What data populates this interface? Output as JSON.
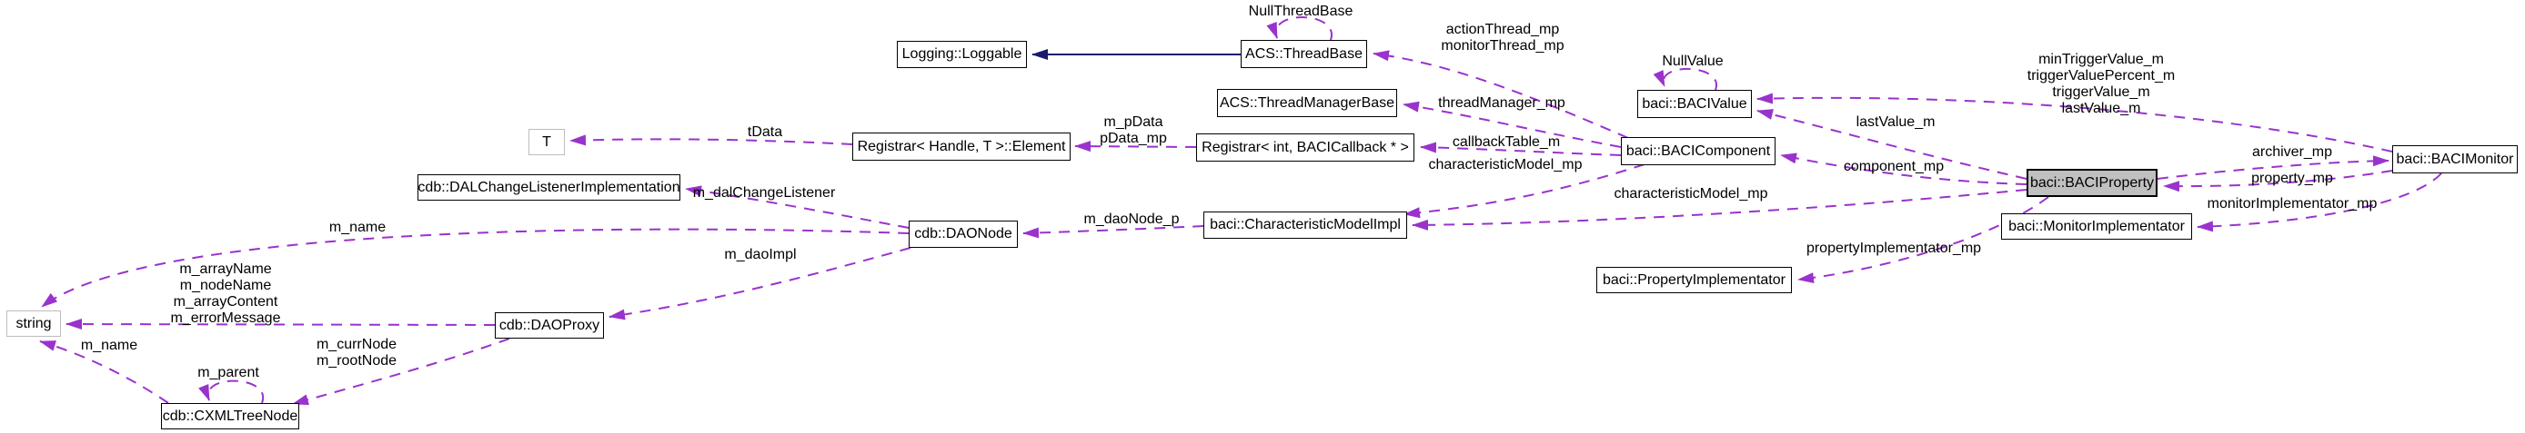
{
  "colors": {
    "edge-dashed": "#9a32cc",
    "edge-solid": "#191970",
    "node-border": "#000000",
    "node-fill": "#ffffff",
    "muted-border": "#bdbdbd",
    "highlight-fill": "#c0c0c0",
    "text": "#000000",
    "background": "#ffffff"
  },
  "nodes": {
    "loggable": {
      "label": "Logging::Loggable"
    },
    "threadbase": {
      "label": "ACS::ThreadBase"
    },
    "threadmanagerbase": {
      "label": "ACS::ThreadManagerBase"
    },
    "t": {
      "label": "T"
    },
    "registrar_element": {
      "label": "Registrar< Handle, T >::Element"
    },
    "registrar_int": {
      "label": "Registrar< int, BACICallback * >"
    },
    "bacivalue": {
      "label": "baci::BACIValue"
    },
    "bacicomponent": {
      "label": "baci::BACIComponent"
    },
    "baciproperty": {
      "label": "baci::BACIProperty"
    },
    "bacimonitor": {
      "label": "baci::BACIMonitor"
    },
    "monitorimplementator": {
      "label": "baci::MonitorImplementator"
    },
    "propertyimplementator": {
      "label": "baci::PropertyImplementator"
    },
    "dalchangelistener": {
      "label": "cdb::DALChangeListenerImplementation"
    },
    "daonode": {
      "label": "cdb::DAONode"
    },
    "characteristicmodelimpl": {
      "label": "baci::CharacteristicModelImpl"
    },
    "string": {
      "label": "string"
    },
    "daoproxy": {
      "label": "cdb::DAOProxy"
    },
    "cxmltreenode": {
      "label": "cdb::CXMLTreeNode"
    }
  },
  "edge_labels": {
    "null_thread_base": "NullThreadBase",
    "action_monitor_thread": "actionThread_mp\nmonitorThread_mp",
    "thread_manager": "threadManager_mp",
    "callback_table": "callbackTable_m",
    "char_model_left": "characteristicModel_mp",
    "null_value": "NullValue",
    "tdata": "tData",
    "m_pdata": "m_pData\npData_mp",
    "min_trigger": "minTriggerValue_m\ntriggerValuePercent_m\ntriggerValue_m\nlastValue_m",
    "last_value": "lastValue_m",
    "component_mp": "component_mp",
    "char_model_right": "characteristicModel_mp",
    "archiver_mp": "archiver_mp",
    "property_mp": "property_mp",
    "monitor_impl_mp": "monitorImplementator_mp",
    "property_impl_mp": "propertyImplementator_mp",
    "dal_change_listener": "m_dalChangeListener",
    "dao_node_p": "m_daoNode_p",
    "m_name_top": "m_name",
    "m_dao_impl": "m_daoImpl",
    "m_array_block": "m_arrayName\nm_nodeName\nm_arrayContent\nm_errorMessage",
    "m_name_low": "m_name",
    "m_curr_root": "m_currNode\nm_rootNode",
    "m_parent": "m_parent"
  }
}
